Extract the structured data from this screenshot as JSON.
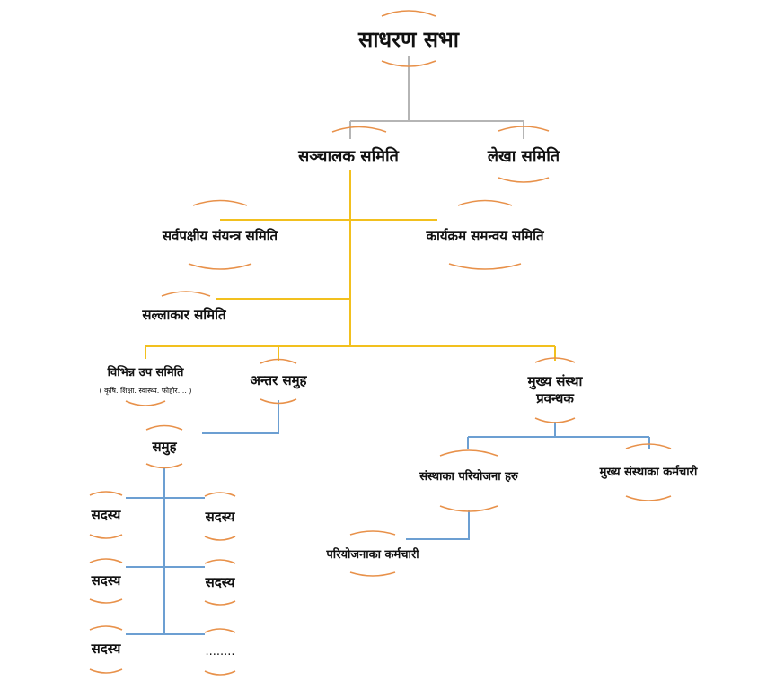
{
  "nodes": {
    "general_assembly": "साधरण सभा",
    "board_committee": "सञ्चालक समिति",
    "audit_committee": "लेखा समिति",
    "all_party_committee": "सर्वपक्षीय संयन्त्र समिति",
    "program_coordination_committee": "कार्यक्रम समन्वय समिति",
    "advisory_committee": "सल्लाकार समिति",
    "sub_committees": "विभिन्न उप समिति",
    "sub_committees_note": "( कृषि. शिक्षा. स्वास्थ्य. फोहोर.... )",
    "inter_group": "अन्तर समुह",
    "chief_manager_line1": "मुख्य संस्था",
    "chief_manager_line2": "प्रवन्धक",
    "group": "समुह",
    "member": "सदस्य",
    "more": "........",
    "org_projects": "संस्थाका परियोजना हरु",
    "org_staff": "मुख्य संस्थाका कर्मचारी",
    "project_staff": "परियोजनाका कर्मचारी"
  },
  "colors": {
    "arc": "#e8914a",
    "gray": "#b5b5b5",
    "yellow": "#f2c01e",
    "blue": "#6c9fd2"
  }
}
